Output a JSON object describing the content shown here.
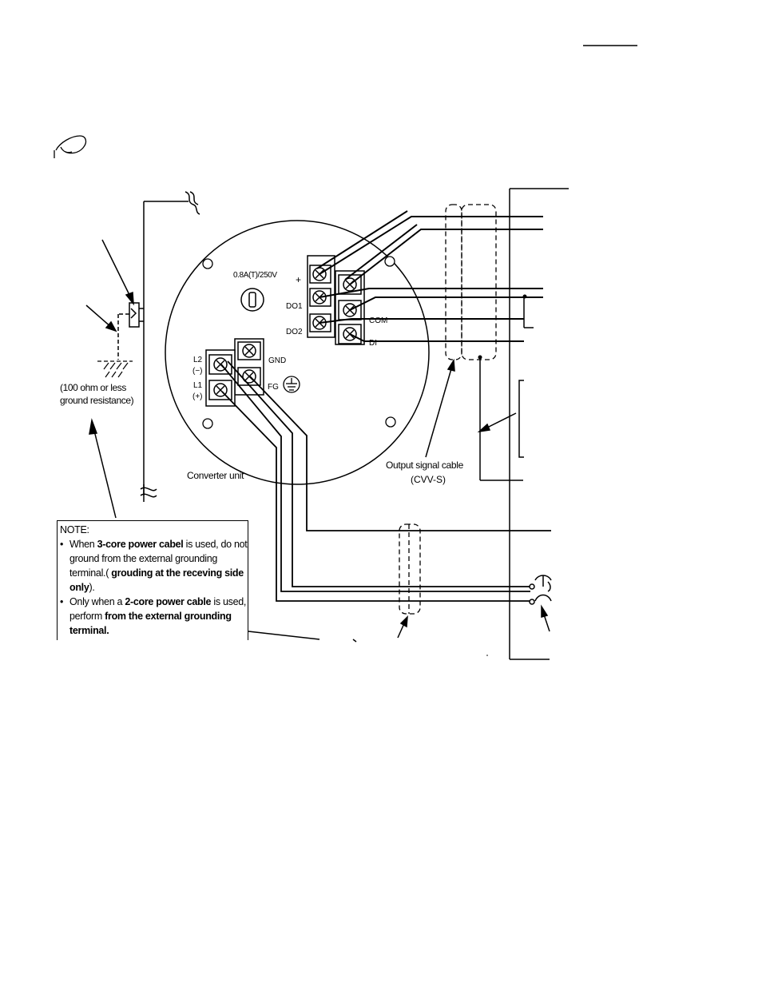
{
  "fuse_label": "0.8A(T)/250V",
  "terminals": {
    "plus": "+",
    "do1": "DO1",
    "do2": "DO2",
    "com": "COM",
    "di": "DI",
    "gnd": "GND",
    "fg": "FG",
    "l2": "L2",
    "l2_sign": "(−)",
    "l1": "L1",
    "l1_sign": "(+)"
  },
  "ground_resistance": {
    "line1": "(100 ohm or less",
    "line2": "ground resistance)"
  },
  "converter_unit": "Converter unit",
  "output_cable": {
    "line1": "Output signal cable",
    "line2": "(CVV-S)"
  },
  "note": {
    "title": "NOTE:",
    "item1_a": "When ",
    "item1_b": "3-core power cabel",
    "item1_c": " is used, do not ground from the      external grounding terminal.( ",
    "item1_d": "grouding at the receving side only",
    "item1_e": ").",
    "item2_a": "Only when a ",
    "item2_b": "2-core power cable",
    "item2_c": " is used, perform ",
    "item2_d": "from the external grounding terminal."
  }
}
